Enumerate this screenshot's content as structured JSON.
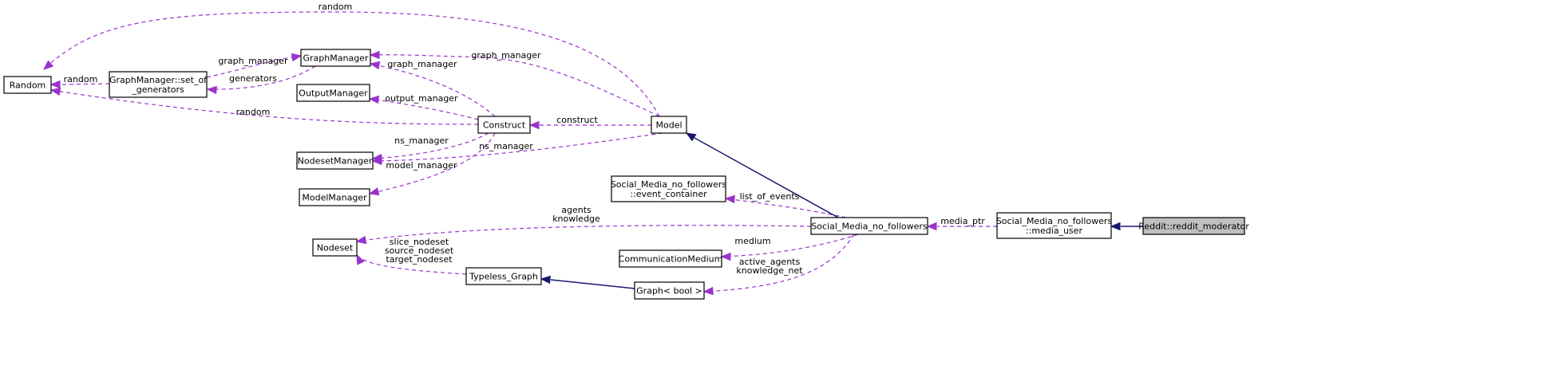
{
  "nodes": {
    "random": {
      "lines": [
        "Random"
      ]
    },
    "gm_set": {
      "lines": [
        "GraphManager::set_of",
        "_generators"
      ]
    },
    "graph_manager": {
      "lines": [
        "GraphManager"
      ]
    },
    "output_manager": {
      "lines": [
        "OutputManager"
      ]
    },
    "nodeset_manager": {
      "lines": [
        "NodesetManager"
      ]
    },
    "model_manager": {
      "lines": [
        "ModelManager"
      ]
    },
    "construct": {
      "lines": [
        "Construct"
      ]
    },
    "model": {
      "lines": [
        "Model"
      ]
    },
    "event_container": {
      "lines": [
        "Social_Media_no_followers",
        "::event_container"
      ]
    },
    "nodeset": {
      "lines": [
        "Nodeset"
      ]
    },
    "comm_medium": {
      "lines": [
        "CommunicationMedium"
      ]
    },
    "typeless_graph": {
      "lines": [
        "Typeless_Graph"
      ]
    },
    "graph_bool": {
      "lines": [
        "Graph< bool >"
      ]
    },
    "smnf": {
      "lines": [
        "Social_Media_no_followers"
      ]
    },
    "media_user": {
      "lines": [
        "Social_Media_no_followers",
        "::media_user"
      ]
    },
    "reddit_mod": {
      "lines": [
        "Reddit::reddit_moderator"
      ]
    }
  },
  "edge_labels": {
    "model_random": [
      "random"
    ],
    "gmset_random": [
      "random"
    ],
    "construct_random": [
      "random"
    ],
    "gmset_gm": [
      "graph_manager"
    ],
    "gm_gmset": [
      "generators"
    ],
    "construct_gm": [
      "graph_manager"
    ],
    "model_gm": [
      "graph_manager"
    ],
    "construct_om": [
      "output_manager"
    ],
    "construct_nm": [
      "ns_manager"
    ],
    "model_nm": [
      "ns_manager"
    ],
    "construct_mm": [
      "model_manager"
    ],
    "model_construct": [
      "construct"
    ],
    "smnf_events": [
      "list_of_events"
    ],
    "smnf_nodeset": [
      "agents",
      "knowledge"
    ],
    "tg_nodeset": [
      "slice_nodeset",
      "source_nodeset",
      "target_nodeset"
    ],
    "smnf_medium": [
      "medium"
    ],
    "smnf_graph": [
      "active_agents",
      "knowledge_net"
    ],
    "mu_smnf": [
      "media_ptr"
    ]
  },
  "colors": {
    "dependency_edge": "#9a32cd",
    "inheritance_edge": "#191970",
    "highlight_node": "#bfbfbf"
  }
}
